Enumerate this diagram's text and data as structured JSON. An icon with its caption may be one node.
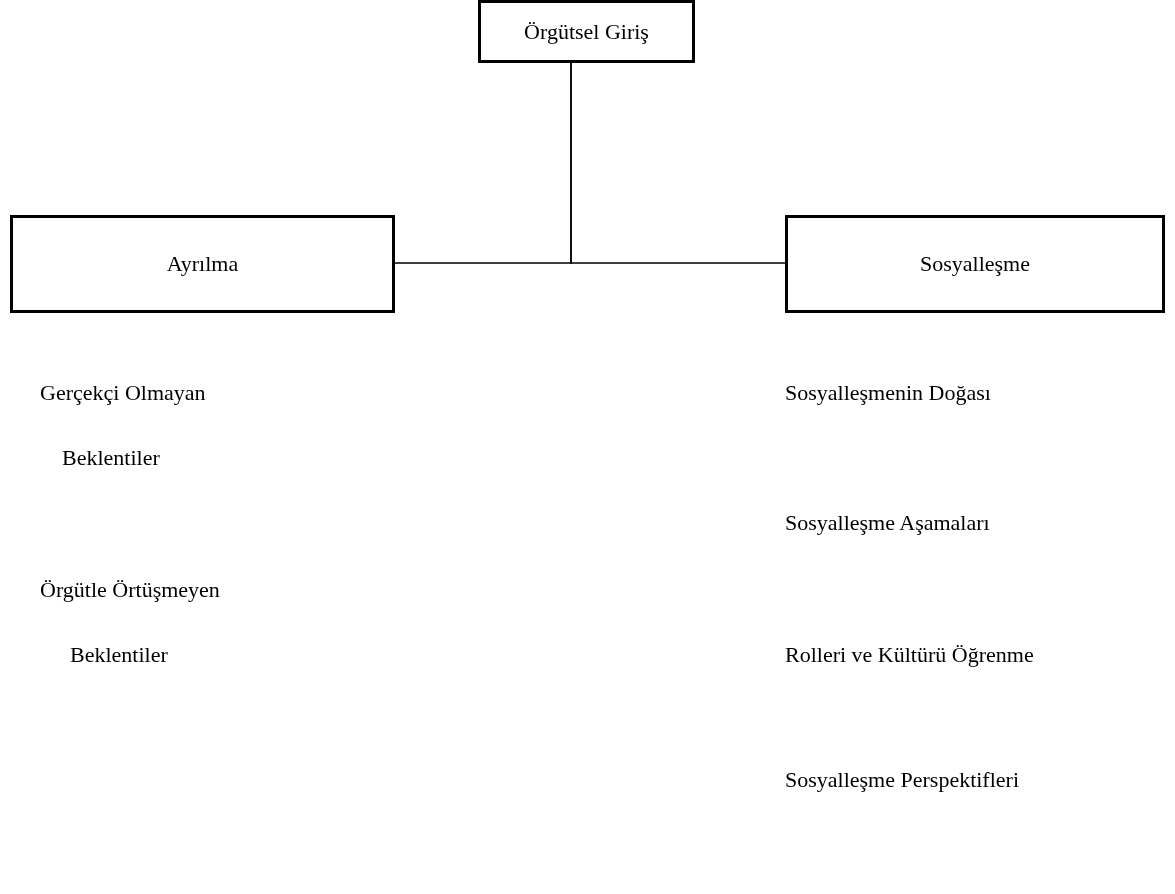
{
  "diagram": {
    "nodes": [
      {
        "text": [
          "Örgütsel Giriş"
        ]
      },
      {
        "text": [
          "Ayrılma"
        ]
      },
      {
        "text": [
          "Sosyalleşme"
        ]
      }
    ],
    "edges": [
      {
        "from": 0,
        "to": 1,
        "arrow": "none"
      },
      {
        "from": 0,
        "to": 2,
        "arrow": "none"
      }
    ],
    "labels": [
      "Gerçekçi Olmayan Beklentiler",
      "Sosyalleşmenin Doğası",
      "Sosyalleşme Aşamaları",
      "Örgütle Örtüşmeyen Beklentiler",
      "Rolleri ve Kültürü Öğrenme",
      "Sosyalleşme Perspektifleri"
    ]
  }
}
